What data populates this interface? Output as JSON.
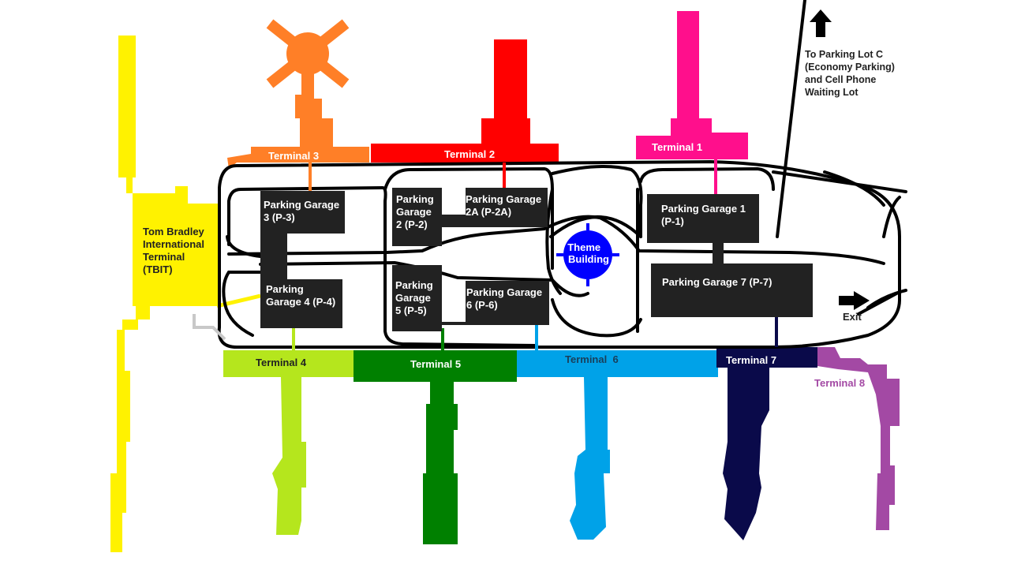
{
  "map": {
    "terminals": [
      {
        "key": "tbit",
        "lines": [
          "Tom Bradley",
          "International",
          "Terminal",
          "(TBIT)"
        ],
        "color": "#fff200"
      },
      {
        "key": "t1",
        "label": "Terminal 1",
        "color": "#ff0f8c"
      },
      {
        "key": "t2",
        "label": "Terminal 2",
        "color": "#ff0000"
      },
      {
        "key": "t3",
        "label": "Terminal 3",
        "color": "#ff7f27"
      },
      {
        "key": "t4",
        "label": "Terminal 4",
        "color": "#b5e61d"
      },
      {
        "key": "t5",
        "label": "Terminal 5",
        "color": "#008000"
      },
      {
        "key": "t6",
        "label": "Terminal  6",
        "color": "#00a2e8"
      },
      {
        "key": "t7",
        "label": "Terminal 7",
        "color": "#0a0a4a"
      },
      {
        "key": "t8",
        "label": "Terminal 8",
        "color": "#a349a4"
      }
    ],
    "garages": [
      {
        "key": "p1",
        "lines": [
          "Parking Garage 1",
          "(P-1)"
        ]
      },
      {
        "key": "p2",
        "lines": [
          "Parking",
          "Garage",
          "2 (P-2)"
        ]
      },
      {
        "key": "p2a",
        "lines": [
          "Parking Garage",
          "2A (P-2A)"
        ]
      },
      {
        "key": "p3",
        "lines": [
          "Parking Garage",
          "3 (P-3)"
        ]
      },
      {
        "key": "p4",
        "lines": [
          "Parking",
          "Garage 4 (P-4)"
        ]
      },
      {
        "key": "p5",
        "lines": [
          "Parking",
          "Garage",
          "5 (P-5)"
        ]
      },
      {
        "key": "p6",
        "lines": [
          "Parking Garage",
          "6 (P-6)"
        ]
      },
      {
        "key": "p7",
        "lines": [
          "Parking Garage 7 (P-7)"
        ]
      }
    ],
    "theme_building": {
      "lines": [
        "Theme",
        "Building"
      ],
      "color": "#0000ff"
    },
    "parking_lot_c": {
      "lines": [
        "To Parking Lot C",
        "(Economy Parking)",
        "and Cell Phone",
        "Waiting Lot"
      ]
    },
    "exit_label": "Exit",
    "colors": {
      "garage": "#222222",
      "road": "#000000",
      "text_light": "#ffffff",
      "text_dark": "#222222"
    }
  }
}
